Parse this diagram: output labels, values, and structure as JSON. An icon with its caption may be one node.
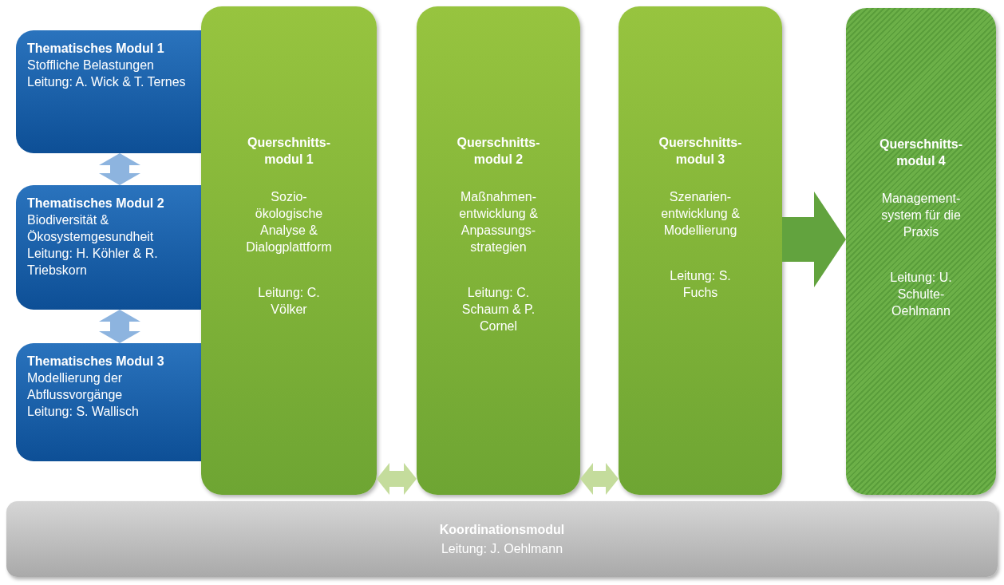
{
  "diagram": {
    "nodes": [
      {
        "text": [
          "Thematisches Modul 1",
          "Stoffliche Belastungen",
          "Leitung: A. Wick & T. Ternes"
        ]
      },
      {
        "text": [
          "Thematisches Modul 2",
          "Biodiversität & Ökosystemgesundheit",
          "Leitung: H. Köhler & R. Triebskorn"
        ]
      },
      {
        "text": [
          "Thematisches Modul 3",
          "Modellierung der Abflussvorgänge",
          "Leitung: S. Wallisch"
        ]
      },
      {
        "text": [
          "Querschnitts- modul 1",
          "Sozio- ökologische Analyse & Dialogplattform",
          "Leitung: C. Völker"
        ]
      },
      {
        "text": [
          "Querschnitts- modul 2",
          "Maßnahmen- entwicklung & Anpassungs- strategien",
          "Leitung: C. Schaum & P. Cornel"
        ]
      },
      {
        "text": [
          "Querschnitts- modul 3",
          "Szenarien- entwicklung & Modellierung",
          "Leitung: S. Fuchs"
        ]
      },
      {
        "text": [
          "Querschnitts- modul 4",
          "Management- system für die Praxis",
          "Leitung: U. Schulte- Oehlmann"
        ]
      },
      {
        "text": [
          "Koordinationsmodul",
          "Leitung: J. Oehlmann"
        ]
      }
    ],
    "edges": [
      {
        "from": 0,
        "to": 1,
        "arrow": "both",
        "color": "#8db4df"
      },
      {
        "from": 1,
        "to": 2,
        "arrow": "both",
        "color": "#8db4df"
      },
      {
        "from": 3,
        "to": 4,
        "arrow": "both",
        "color": "#c4dc9c"
      },
      {
        "from": 4,
        "to": 5,
        "arrow": "both",
        "color": "#c4dc9c"
      },
      {
        "from": 5,
        "to": 6,
        "arrow": "to",
        "color": "#62a33e"
      }
    ]
  }
}
